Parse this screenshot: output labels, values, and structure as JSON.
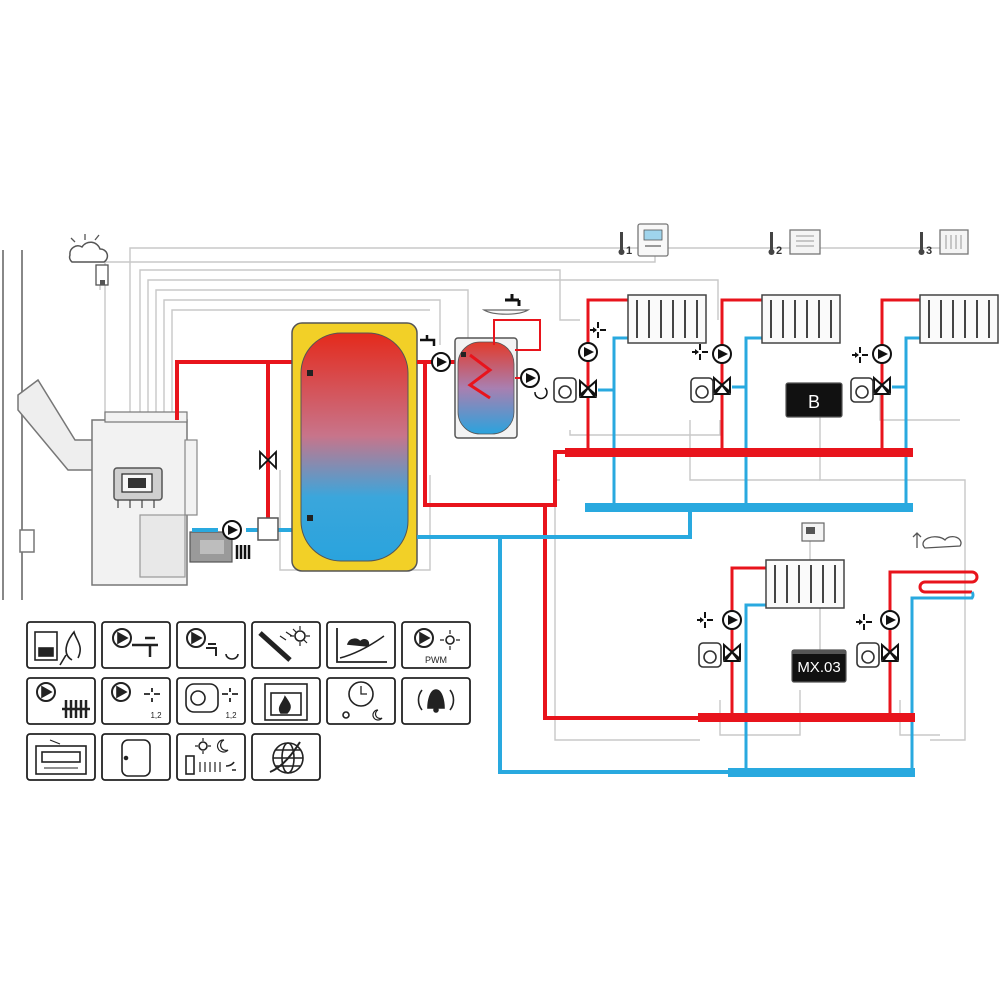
{
  "colors": {
    "supply": "#e8141c",
    "return": "#29a9df",
    "wire": "#c8c8c8",
    "outline": "#444444",
    "tank_frame": "#f2d027",
    "module_bg": "#111111"
  },
  "thermostats": [
    {
      "label": "1"
    },
    {
      "label": "2"
    },
    {
      "label": "3"
    }
  ],
  "modules": {
    "b": "B",
    "mx": "MX.03"
  },
  "legend": {
    "pwm_label": "PWM",
    "ratio_label_1": "1,2",
    "ratio_label_2": "1,2",
    "icons": [
      "boiler-fuel-icon",
      "pump-tap-icon",
      "pump-tap-circulation-icon",
      "sensor-probe-icon",
      "heating-curve-icon",
      "pump-pwm-icon",
      "pump-radiator-icon",
      "pump-mixer-valve-icon",
      "mixer-actuator-icon",
      "fireplace-icon",
      "day-night-clock-icon",
      "alarm-bell-icon",
      "room-panel-icon",
      "buffer-tank-icon",
      "day-night-schedule-icon",
      "internet-globe-icon"
    ]
  }
}
